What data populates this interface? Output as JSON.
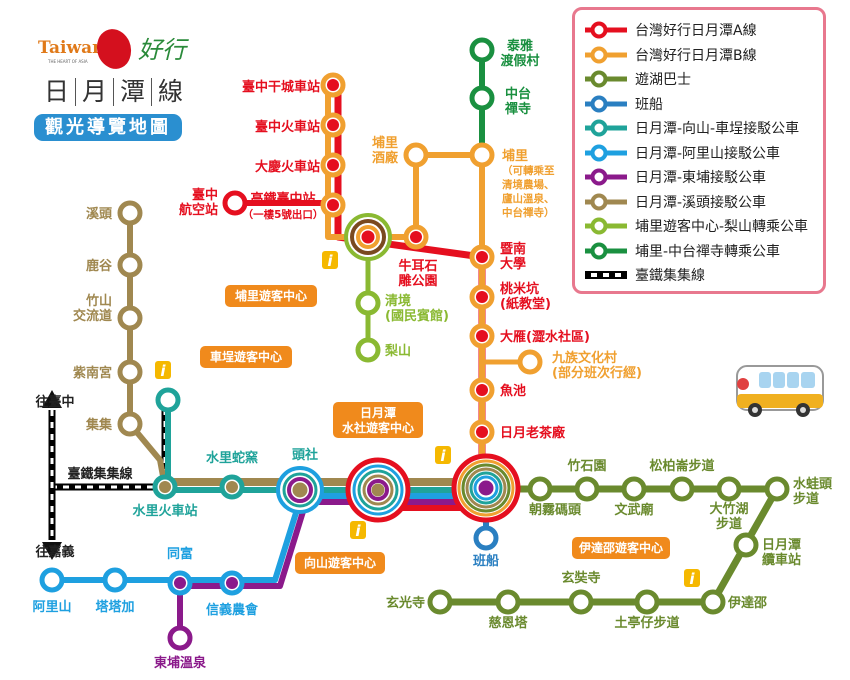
{
  "header": {
    "brand": "Taiwan",
    "brand_sub": "THE HEART OF ASIA",
    "brand_script": "好行",
    "line_name": [
      "日",
      "月",
      "潭",
      "線"
    ],
    "subtitle": "觀光導覽地圖"
  },
  "colors": {
    "red": "#e50f1f",
    "orange": "#f0a030",
    "olive": "#6a8a2e",
    "blue": "#2a7fc1",
    "teal": "#1fa39a",
    "sky": "#1ea0e0",
    "purple": "#8b1a8b",
    "brown": "#a08850",
    "lightgreen": "#8ab932",
    "green": "#1a9040",
    "info": "#f08a1c",
    "info_icon": "#f5b800"
  },
  "legend": [
    {
      "label": "台灣好行日月潭A線",
      "color": "#e50f1f"
    },
    {
      "label": "台灣好行日月潭B線",
      "color": "#f0a030"
    },
    {
      "label": "遊湖巴士",
      "color": "#6a8a2e"
    },
    {
      "label": "班船",
      "color": "#2a7fc1"
    },
    {
      "label": "日月潭-向山-車埕接駁公車",
      "color": "#1fa39a"
    },
    {
      "label": "日月潭-阿里山接駁公車",
      "color": "#1ea0e0"
    },
    {
      "label": "日月潭-東埔接駁公車",
      "color": "#8b1a8b"
    },
    {
      "label": "日月潭-溪頭接駁公車",
      "color": "#a08850"
    },
    {
      "label": "埔里遊客中心-梨山轉乘公車",
      "color": "#8ab932"
    },
    {
      "label": "埔里-中台禪寺轉乘公車",
      "color": "#1a9040"
    },
    {
      "label": "臺鐵集集線",
      "color": "#000000"
    }
  ],
  "stations": [
    {
      "lines": [
        "臺中干城車站"
      ]
    },
    {
      "lines": [
        "臺中火車站"
      ]
    },
    {
      "lines": [
        "大慶火車站"
      ]
    },
    {
      "lines": [
        "高鐵臺中站",
        "（一樓5號出口）"
      ]
    },
    {
      "lines": [
        "臺中",
        "航空站"
      ]
    },
    {
      "lines": [
        "牛耳石",
        "雕公園"
      ]
    },
    {
      "lines": [
        "埔里",
        "酒廠"
      ]
    },
    {
      "lines": [
        "埔里",
        "（可轉乘至",
        "清境農場、",
        "廬山溫泉、",
        "中台禪寺）"
      ]
    },
    {
      "lines": [
        "泰雅",
        "渡假村"
      ]
    },
    {
      "lines": [
        "中台",
        "禪寺"
      ]
    },
    {
      "lines": [
        "暨南",
        "大學"
      ]
    },
    {
      "lines": [
        "桃米坑",
        "(紙教堂)"
      ]
    },
    {
      "lines": [
        "大雁(澀水社區)"
      ]
    },
    {
      "lines": [
        "九族文化村",
        "(部分班次行經)"
      ]
    },
    {
      "lines": [
        "魚池"
      ]
    },
    {
      "lines": [
        "日月老茶廠"
      ]
    },
    {
      "lines": [
        "班船"
      ]
    },
    {
      "lines": [
        "頭社"
      ]
    },
    {
      "lines": [
        "水里蛇窯"
      ]
    },
    {
      "lines": [
        "水里火車站"
      ]
    },
    {
      "lines": [
        "溪頭"
      ]
    },
    {
      "lines": [
        "鹿谷"
      ]
    },
    {
      "lines": [
        "竹山",
        "交流道"
      ]
    },
    {
      "lines": [
        "紫南宮"
      ]
    },
    {
      "lines": [
        "集集"
      ]
    },
    {
      "lines": [
        "阿里山"
      ]
    },
    {
      "lines": [
        "塔塔加"
      ]
    },
    {
      "lines": [
        "同富"
      ]
    },
    {
      "lines": [
        "信義農會"
      ]
    },
    {
      "lines": [
        "東埔溫泉"
      ]
    },
    {
      "lines": [
        "清境",
        "(國民賓館)"
      ]
    },
    {
      "lines": [
        "梨山"
      ]
    },
    {
      "lines": [
        "朝霧碼頭"
      ]
    },
    {
      "lines": [
        "竹石園"
      ]
    },
    {
      "lines": [
        "文武廟"
      ]
    },
    {
      "lines": [
        "松柏崙步道"
      ]
    },
    {
      "lines": [
        "大竹湖",
        "步道"
      ]
    },
    {
      "lines": [
        "水蛙頭",
        "步道"
      ]
    },
    {
      "lines": [
        "日月潭",
        "纜車站"
      ]
    },
    {
      "lines": [
        "伊達邵"
      ]
    },
    {
      "lines": [
        "土亭仔步道"
      ]
    },
    {
      "lines": [
        "玄奘寺"
      ]
    },
    {
      "lines": [
        "慈恩塔"
      ]
    },
    {
      "lines": [
        "玄光寺"
      ]
    }
  ],
  "info_centers": [
    {
      "lines": [
        "埔里遊客中心"
      ]
    },
    {
      "lines": [
        "車埕遊客中心"
      ]
    },
    {
      "lines": [
        "日月潭",
        "水社遊客中心"
      ]
    },
    {
      "lines": [
        "向山遊客中心"
      ]
    },
    {
      "lines": [
        "伊達邵遊客中心"
      ]
    }
  ],
  "rail": {
    "label": "臺鐵集集線",
    "north": "往臺中",
    "south": "往嘉義"
  },
  "info_icon_glyph": "i"
}
